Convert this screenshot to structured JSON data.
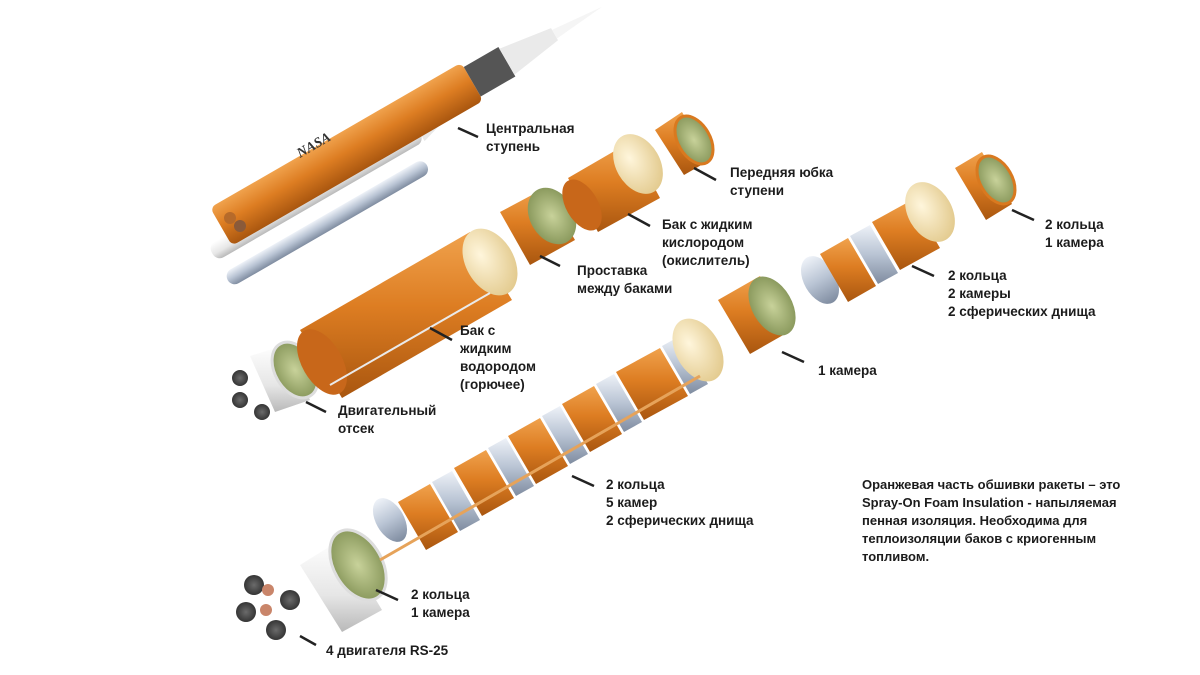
{
  "labels": {
    "core_stage": [
      "Центральная",
      "ступень"
    ],
    "forward_skirt": [
      "Передняя юбка",
      "ступени"
    ],
    "lox_tank": [
      "Бак с жидким",
      "кислородом",
      "(окислитель)"
    ],
    "intertank": [
      "Проставка",
      "между баками"
    ],
    "lh2_tank": [
      "Бак с",
      "жидким",
      "водородом",
      "(горючее)"
    ],
    "engine_section": [
      "Двигательный",
      "отсек"
    ],
    "skirt_rings": [
      "2 кольца",
      "1 камера"
    ],
    "lox_rings": [
      "2 кольца",
      "2 камеры",
      "2 сферических днища"
    ],
    "intertank_rings": [
      "1 камера"
    ],
    "lh2_rings": [
      "2 кольца",
      "5 камер",
      "2 сферических днища"
    ],
    "engine_rings": [
      "2 кольца",
      "1 камера"
    ],
    "engines": [
      "4 двигателя RS-25"
    ]
  },
  "note": [
    "Оранжевая часть обшивки ракеты – это",
    "Spray-On Foam Insulation - напыляемая",
    "пенная изоляция. Необходима для",
    "теплоизоляции баков с криогенным",
    "топливом."
  ],
  "logo_text": "NASA",
  "colors": {
    "foam_orange": "#d9791f",
    "foam_dark": "#b45d10",
    "dome_cream": "#f3e3b5",
    "metal": "#c9d3e0",
    "engine_white": "#eeeeee",
    "inner_green": "#a9b87a"
  }
}
